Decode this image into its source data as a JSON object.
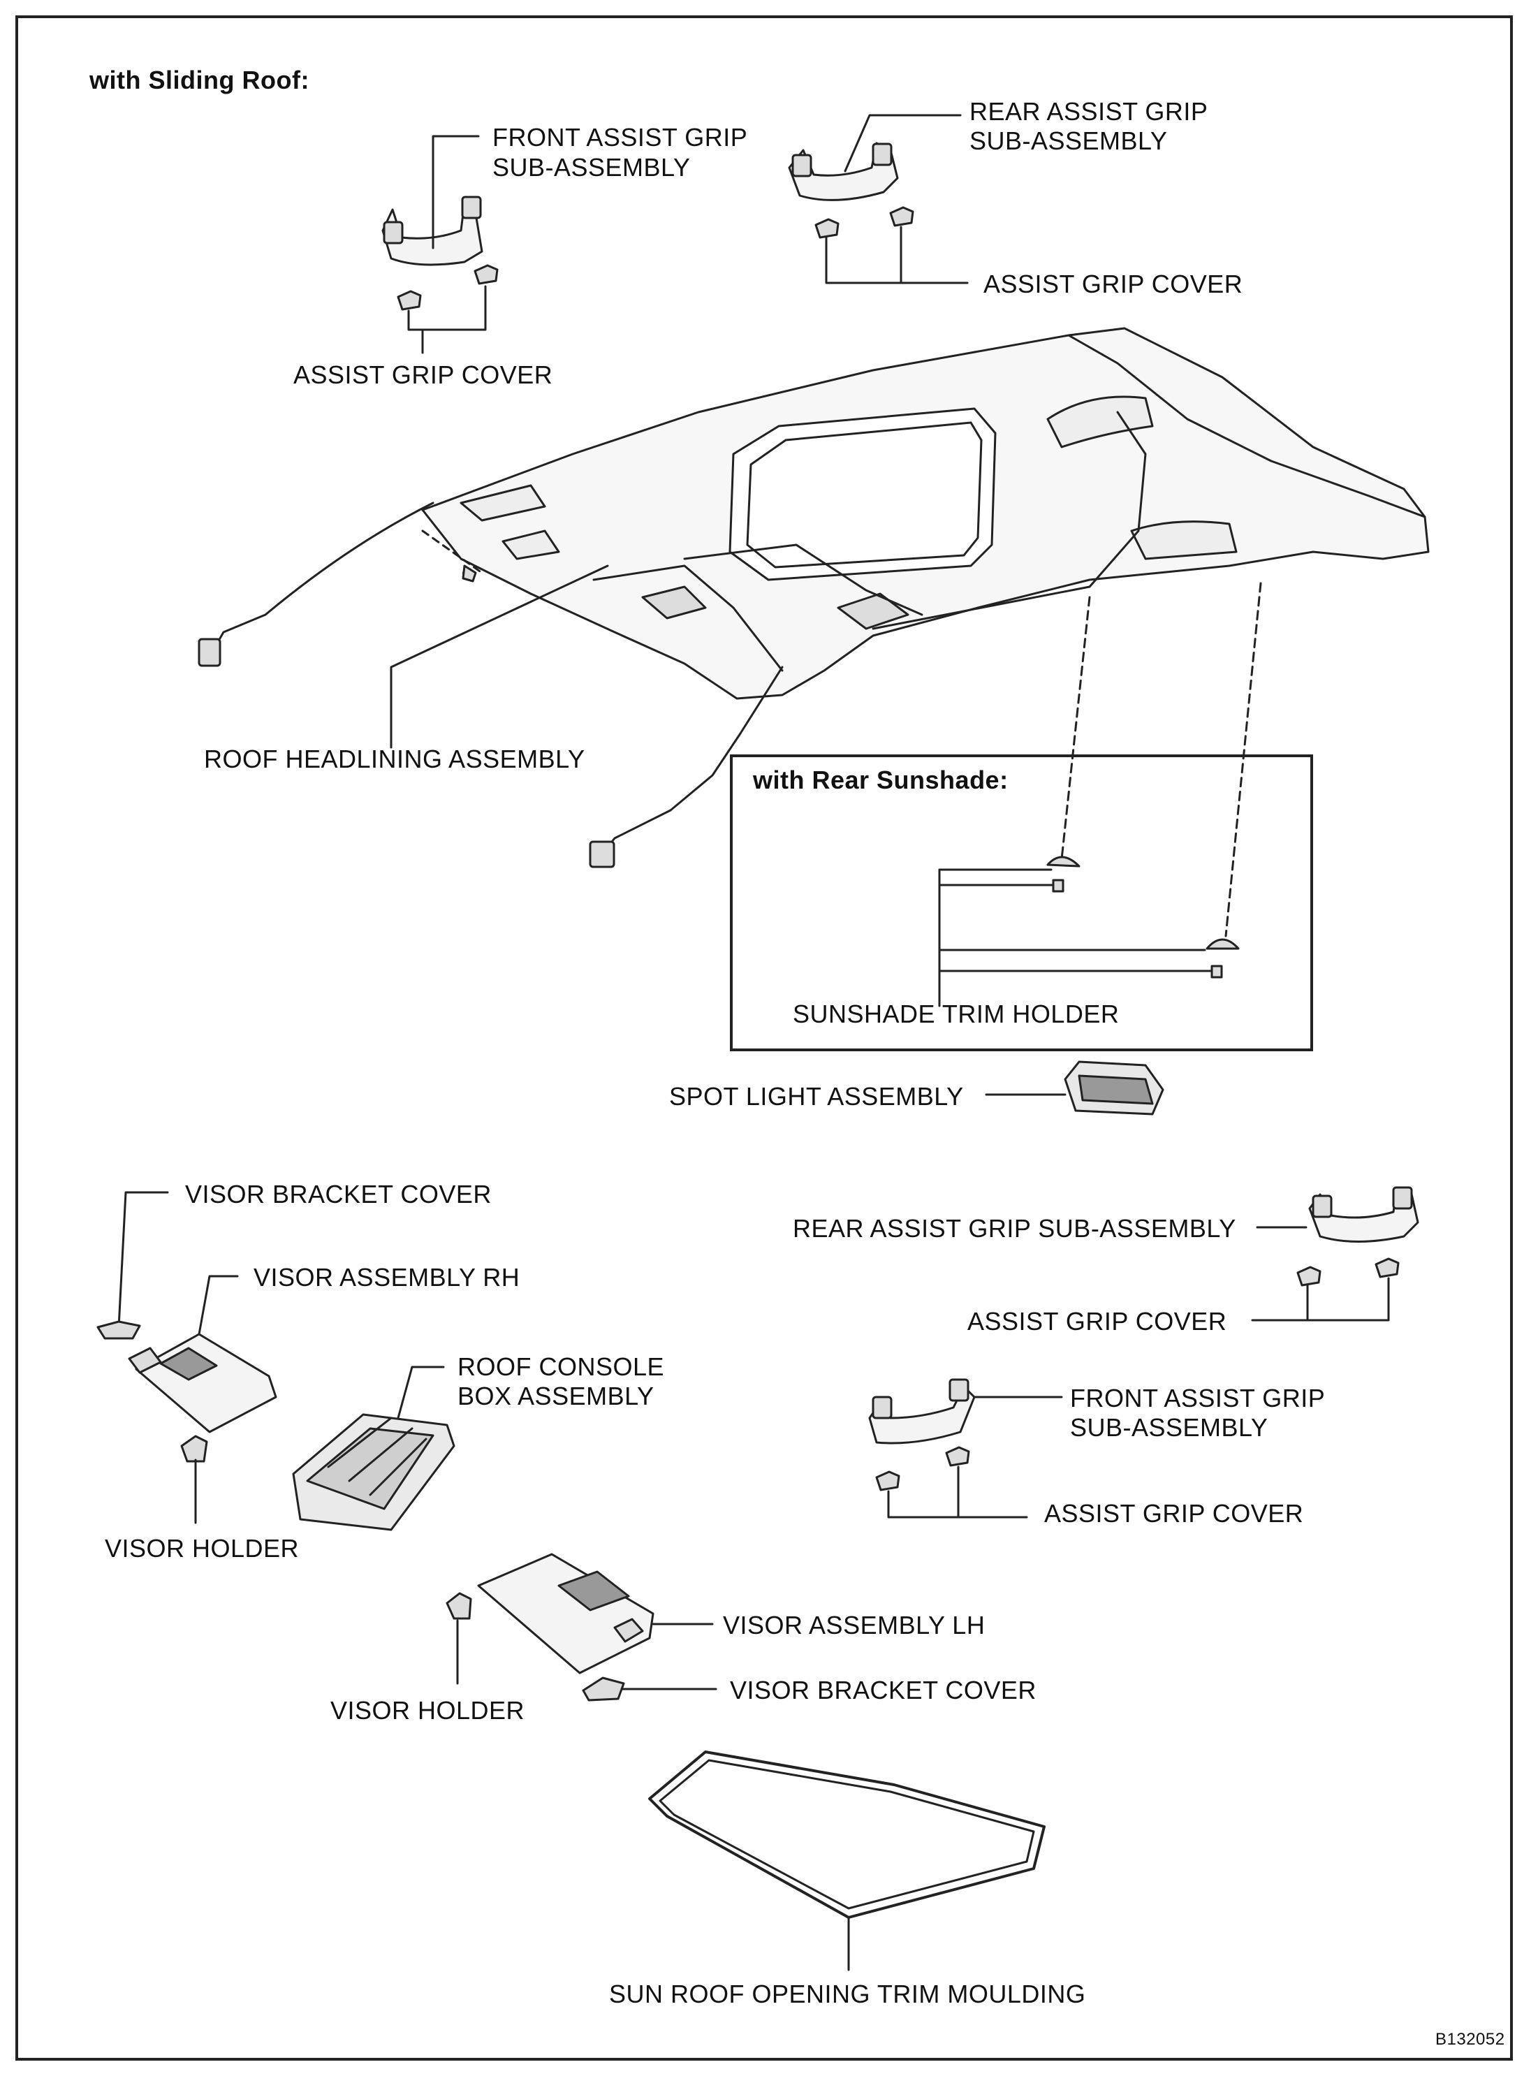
{
  "sections": {
    "sliding_roof": "with Sliding Roof:",
    "rear_sunshade": "with Rear Sunshade:"
  },
  "labels": {
    "front_assist_grip_top": [
      "FRONT ASSIST GRIP",
      "SUB-ASSEMBLY"
    ],
    "rear_assist_grip_top": [
      "REAR ASSIST GRIP",
      "SUB-ASSEMBLY"
    ],
    "assist_grip_cover_top_right": "ASSIST GRIP COVER",
    "assist_grip_cover_top_left": "ASSIST GRIP COVER",
    "roof_headlining": "ROOF HEADLINING ASSEMBLY",
    "sunshade_trim_holder": "SUNSHADE TRIM HOLDER",
    "spot_light": "SPOT LIGHT ASSEMBLY",
    "visor_bracket_cover_rh": "VISOR BRACKET COVER",
    "visor_assembly_rh": "VISOR ASSEMBLY RH",
    "roof_console_box": [
      "ROOF CONSOLE",
      "BOX ASSEMBLY"
    ],
    "visor_holder_rh": "VISOR HOLDER",
    "rear_assist_grip_bottom": "REAR ASSIST GRIP SUB-ASSEMBLY",
    "assist_grip_cover_bottom_1": "ASSIST GRIP COVER",
    "front_assist_grip_bottom": [
      "FRONT ASSIST GRIP",
      "SUB-ASSEMBLY"
    ],
    "assist_grip_cover_bottom_2": "ASSIST GRIP COVER",
    "visor_assembly_lh": "VISOR ASSEMBLY LH",
    "visor_bracket_cover_lh": "VISOR BRACKET COVER",
    "visor_holder_lh": "VISOR HOLDER",
    "sun_roof_moulding": "SUN ROOF OPENING TRIM MOULDING"
  },
  "figure_ref": "B132052"
}
